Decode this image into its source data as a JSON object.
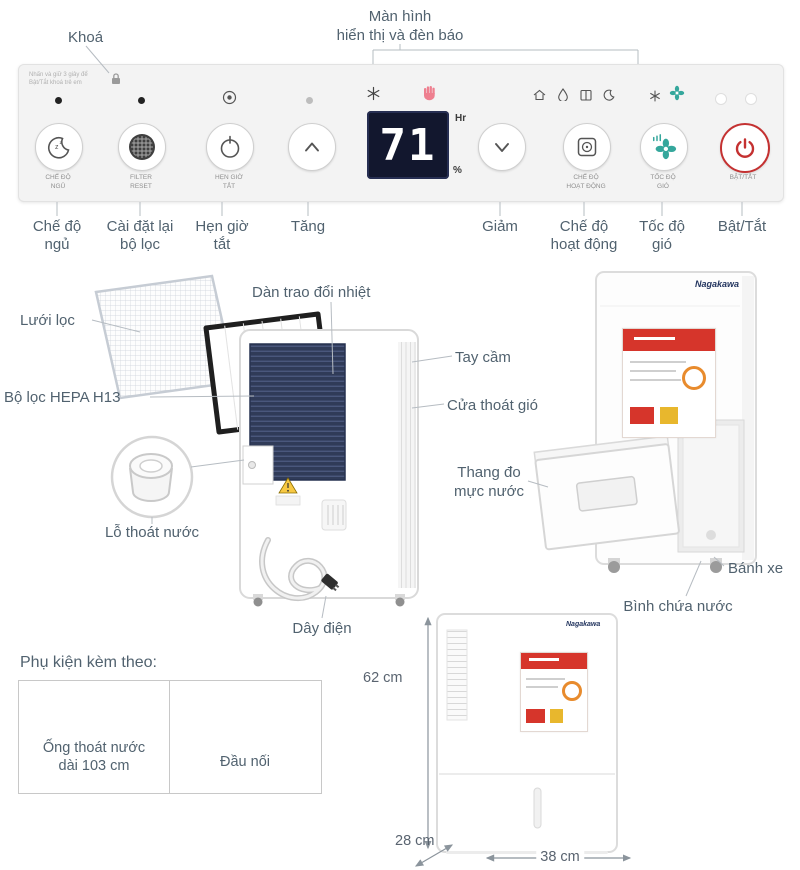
{
  "brand": "Nagakawa",
  "colors": {
    "power_accent": "#c43131",
    "fan_accent": "#35a79c",
    "display_bg": "#12172e",
    "label_text": "#51626f",
    "water_full_pink": "#ee7f8f"
  },
  "callouts": {
    "display": "Màn hình\nhiển thị và đèn báo",
    "lock": "Khoá"
  },
  "panel": {
    "child_lock_note": "Nhấn và giữ 3 giây để\nBật/Tắt khoá trẻ em",
    "buttons": {
      "sleep_label": "CHẾ ĐỘ\nNGỦ",
      "filter_label": "FILTER\nRESET",
      "timer_label": "HẸN GIỜ\nTẮT",
      "mode_label": "CHẾ ĐỘ\nHOẠT ĐỘNG",
      "fan_label": "TỐC ĐỘ\nGIÓ",
      "power_label": "BẬT/TẮT"
    },
    "display": {
      "value": "71",
      "unit_top": "Hr",
      "unit_bottom": "%"
    },
    "indicator_icons": [
      "led-dot",
      "led-dot",
      "target-dot",
      "led-dot",
      "snowflake-icon",
      "water-full-hand-icon",
      "home-mode-icon",
      "drop-mode-icon",
      "laundry-mode-icon",
      "night-mode-icon",
      "snowflake-icon",
      "fan-icon",
      "led-dot",
      "led-dot"
    ]
  },
  "captions": {
    "sleep": "Chế độ\nngủ",
    "filter": "Cài đặt lại\nbộ lọc",
    "timer": "Hẹn giờ\ntắt",
    "up": "Tăng",
    "down": "Giảm",
    "mode": "Chế độ\nhoạt động",
    "fan": "Tốc độ\ngió",
    "power": "Bật/Tắt"
  },
  "parts": {
    "filter_mesh": "Lưới lọc",
    "heat_exchanger": "Dàn trao đổi nhiệt",
    "hepa_filter": "Bộ lọc HEPA H13",
    "handle": "Tay cầm",
    "air_outlet": "Cửa thoát gió",
    "drain_hole": "Lỗ thoát nước",
    "power_cord": "Dây điện",
    "water_level_gauge": "Thang đo\nmực nước",
    "wheel": "Bánh xe",
    "water_tank": "Bình chứa nước"
  },
  "accessories": {
    "heading": "Phụ kiện kèm theo:",
    "items": [
      {
        "label": "Ống thoát nước\ndài 103 cm"
      },
      {
        "label": "Đầu nối"
      }
    ]
  },
  "dimensions": {
    "height": "62 cm",
    "depth": "28 cm",
    "width": "38 cm"
  }
}
